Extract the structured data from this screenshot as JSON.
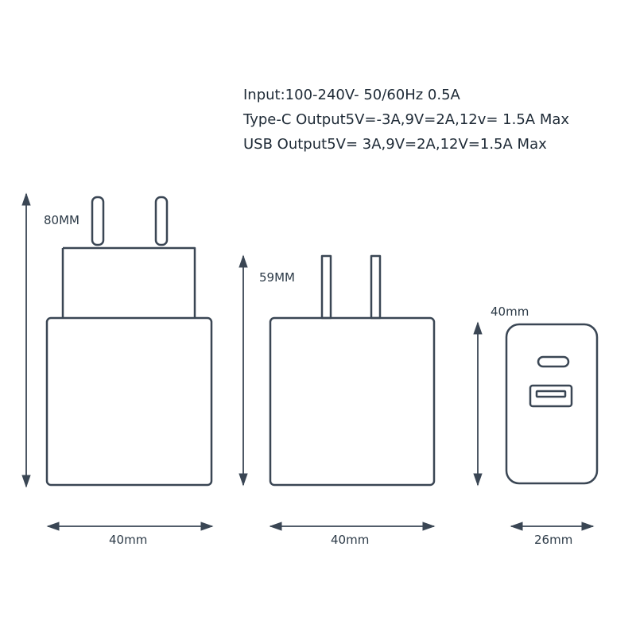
{
  "specs": {
    "input": "Input:100-240V- 50/60Hz 0.5A",
    "typec_output": "Type-C Output5V=-3A,9V=2A,12v= 1.5A Max",
    "usb_output": "USB Output5V= 3A,9V=2A,12V=1.5A Max"
  },
  "dimensions": {
    "eu_height": "80MM",
    "eu_width": "40mm",
    "us_height": "59MM",
    "us_width": "40mm",
    "side_height": "40mm",
    "side_width": "26mm"
  },
  "colors": {
    "stroke": "#3a4654",
    "text": "#1e2a36"
  }
}
